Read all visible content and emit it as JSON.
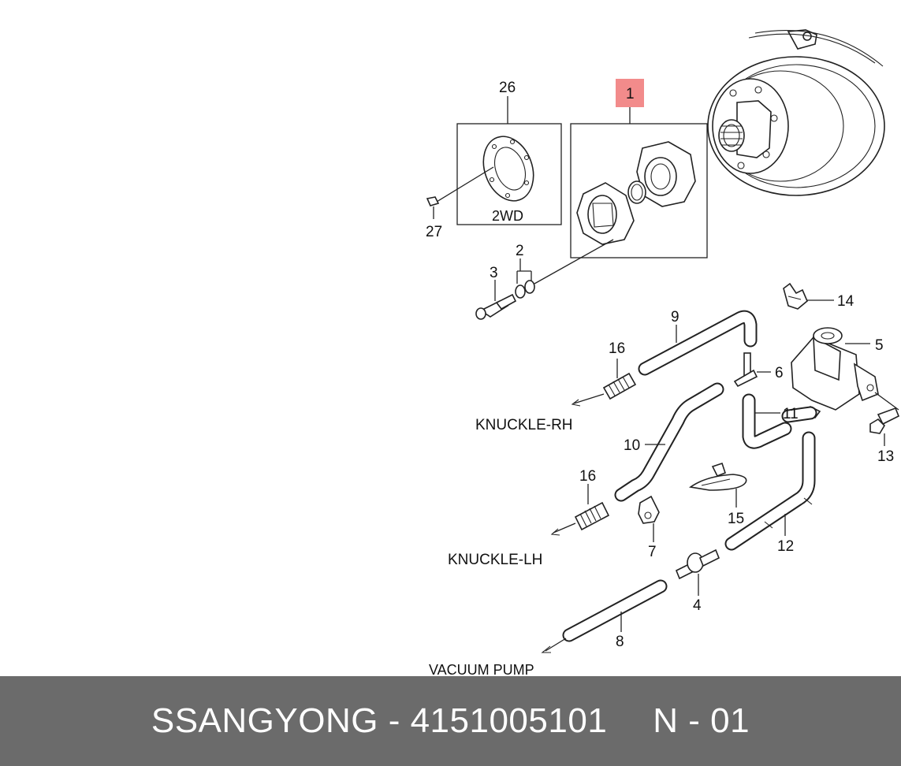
{
  "labels": {
    "p1": "1",
    "p2": "2",
    "p3": "3",
    "p4": "4",
    "p5": "5",
    "p6": "6",
    "p7": "7",
    "p8": "8",
    "p9": "9",
    "p10": "10",
    "p11": "11",
    "p12": "12",
    "p13": "13",
    "p14": "14",
    "p15": "15",
    "p16a": "16",
    "p16b": "16",
    "p26": "26",
    "p27": "27",
    "twowd": "2WD",
    "knuckle_rh": "KNUCKLE-RH",
    "knuckle_lh": "KNUCKLE-LH",
    "vacuum_pump": "VACUUM PUMP"
  },
  "colors": {
    "highlight": "#f28b8b",
    "footer_bg": "#6b6b6b",
    "footer_text": "#ffffff"
  },
  "footer": {
    "brand_part": "SSANGYONG - 4151005101",
    "ref": "N - 01"
  }
}
